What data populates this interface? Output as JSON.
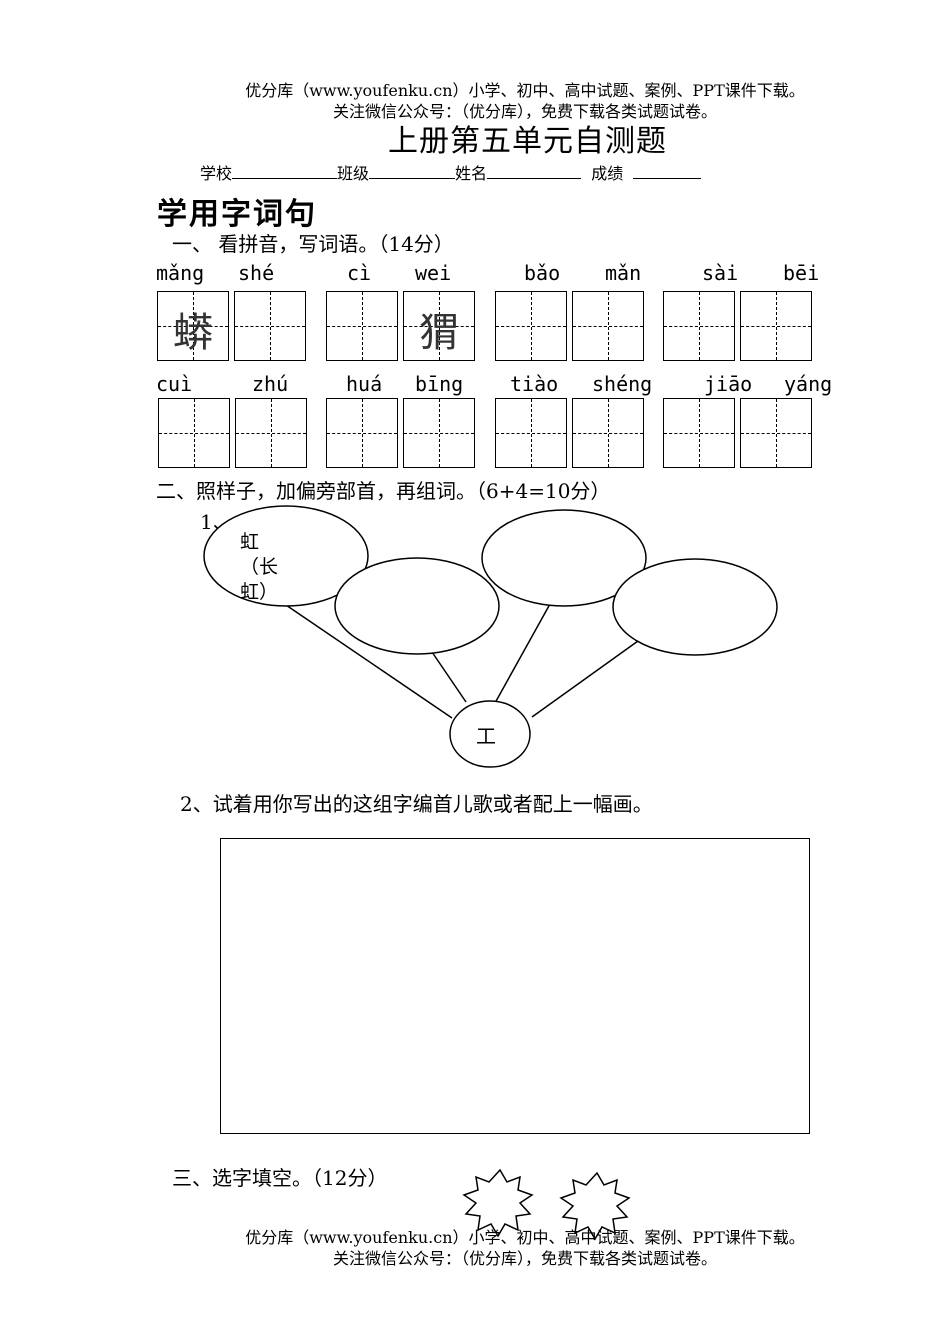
{
  "header": {
    "line1": "优分库（www.youfenku.cn）小学、初中、高中试题、案例、PPT课件下载。",
    "line2": "关注微信公众号：（优分库），免费下载各类试题试卷。"
  },
  "title": "上册第五单元自测题",
  "info": {
    "school": "学校",
    "class": "班级",
    "name": "姓名",
    "score": "成绩"
  },
  "section_heading": "学用字词句",
  "q1": {
    "label": "一、  看拼音，写词语。（14分）",
    "row1": [
      {
        "pinyin": "mǎng",
        "char": "蟒"
      },
      {
        "pinyin": "shé",
        "char": ""
      },
      {
        "pinyin": "cì",
        "char": ""
      },
      {
        "pinyin": "wei",
        "char": "猬"
      },
      {
        "pinyin": "bǎo",
        "char": ""
      },
      {
        "pinyin": "mǎn",
        "char": ""
      },
      {
        "pinyin": "sài",
        "char": ""
      },
      {
        "pinyin": "bēi",
        "char": ""
      }
    ],
    "row2": [
      {
        "pinyin": "cuì",
        "char": ""
      },
      {
        "pinyin": "zhú",
        "char": ""
      },
      {
        "pinyin": "huá",
        "char": ""
      },
      {
        "pinyin": "bīng",
        "char": ""
      },
      {
        "pinyin": "tiào",
        "char": ""
      },
      {
        "pinyin": "shéng",
        "char": ""
      },
      {
        "pinyin": "jiāo",
        "char": ""
      },
      {
        "pinyin": "yáng",
        "char": ""
      }
    ]
  },
  "q2": {
    "label": "二、照样子，加偏旁部首，再组词。（6+4=10分）",
    "sub1": "1、",
    "example_char": "虹",
    "example_word_open": "（长",
    "example_word_close": "虹）",
    "center_char": "工",
    "sub2": "2、试着用你写出的这组字编首儿歌或者配上一幅画。"
  },
  "q3": {
    "label": "三、选字填空。（12分）"
  },
  "footer": {
    "line1": "优分库（www.youfenku.cn）小学、初中、高中试题、案例、PPT课件下载。",
    "line2": "关注微信公众号：（优分库），免费下载各类试题试卷。"
  }
}
